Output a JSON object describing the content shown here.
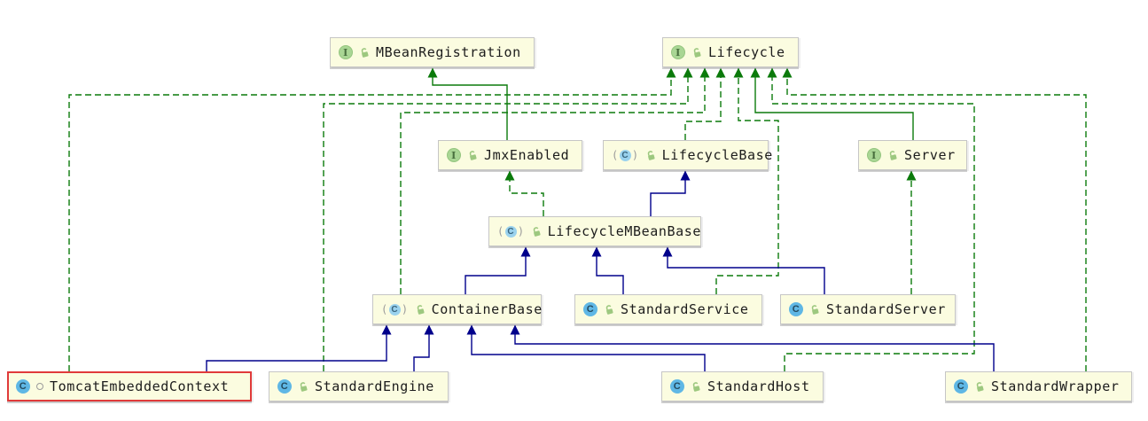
{
  "diagram": {
    "kind": "uml-class-diagram",
    "background": "#FFFFFF",
    "colors": {
      "node_fill": "#FBFCE0",
      "node_border": "#C6C6C6",
      "selected_node_border": "#E03A3A",
      "extends_edge": "#00008B",
      "implements_edge": "#0B7A0B",
      "interface_icon": "#A9D694",
      "class_icon": "#5FB7E5",
      "abstract_class_icon": "#9AD2EE",
      "lock_icon": "#9DC87F"
    },
    "icons": {
      "interface_glyph": "I",
      "class_glyph": "C"
    },
    "nodes": [
      {
        "label": "MBeanRegistration",
        "kind": "interface",
        "visibility_icon": "open-lock"
      },
      {
        "label": "Lifecycle",
        "kind": "interface",
        "visibility_icon": "open-lock"
      },
      {
        "label": "JmxEnabled",
        "kind": "interface",
        "visibility_icon": "open-lock"
      },
      {
        "label": "LifecycleBase",
        "kind": "abstract-class",
        "visibility_icon": "open-lock"
      },
      {
        "label": "Server",
        "kind": "interface",
        "visibility_icon": "open-lock"
      },
      {
        "label": "LifecycleMBeanBase",
        "kind": "abstract-class",
        "visibility_icon": "open-lock"
      },
      {
        "label": "ContainerBase",
        "kind": "abstract-class",
        "visibility_icon": "open-lock"
      },
      {
        "label": "StandardService",
        "kind": "class",
        "visibility_icon": "open-lock"
      },
      {
        "label": "StandardServer",
        "kind": "class",
        "visibility_icon": "open-lock",
        "marker": "corner-arrow"
      },
      {
        "label": "TomcatEmbeddedContext",
        "kind": "class",
        "visibility_icon": "gray-ring",
        "selected": true
      },
      {
        "label": "StandardEngine",
        "kind": "class",
        "visibility_icon": "open-lock"
      },
      {
        "label": "StandardHost",
        "kind": "class",
        "visibility_icon": "open-lock"
      },
      {
        "label": "StandardWrapper",
        "kind": "class",
        "visibility_icon": "open-lock"
      }
    ],
    "edges": [
      {
        "from": "JmxEnabled",
        "to": "MBeanRegistration",
        "relation": "extends-interface"
      },
      {
        "from": "TomcatEmbeddedContext",
        "to": "Lifecycle",
        "relation": "implements"
      },
      {
        "from": "StandardEngine",
        "to": "Lifecycle",
        "relation": "implements"
      },
      {
        "from": "ContainerBase",
        "to": "Lifecycle",
        "relation": "implements"
      },
      {
        "from": "LifecycleBase",
        "to": "Lifecycle",
        "relation": "implements"
      },
      {
        "from": "StandardService",
        "to": "Lifecycle",
        "relation": "implements"
      },
      {
        "from": "Server",
        "to": "Lifecycle",
        "relation": "extends-interface"
      },
      {
        "from": "StandardHost",
        "to": "Lifecycle",
        "relation": "implements"
      },
      {
        "from": "StandardWrapper",
        "to": "Lifecycle",
        "relation": "implements"
      },
      {
        "from": "LifecycleMBeanBase",
        "to": "JmxEnabled",
        "relation": "implements"
      },
      {
        "from": "LifecycleMBeanBase",
        "to": "LifecycleBase",
        "relation": "extends"
      },
      {
        "from": "StandardServer",
        "to": "Server",
        "relation": "implements"
      },
      {
        "from": "ContainerBase",
        "to": "LifecycleMBeanBase",
        "relation": "extends"
      },
      {
        "from": "StandardService",
        "to": "LifecycleMBeanBase",
        "relation": "extends"
      },
      {
        "from": "StandardServer",
        "to": "LifecycleMBeanBase",
        "relation": "extends"
      },
      {
        "from": "TomcatEmbeddedContext",
        "to": "ContainerBase",
        "relation": "extends"
      },
      {
        "from": "StandardEngine",
        "to": "ContainerBase",
        "relation": "extends"
      },
      {
        "from": "StandardHost",
        "to": "ContainerBase",
        "relation": "extends"
      },
      {
        "from": "StandardWrapper",
        "to": "ContainerBase",
        "relation": "extends"
      }
    ]
  }
}
